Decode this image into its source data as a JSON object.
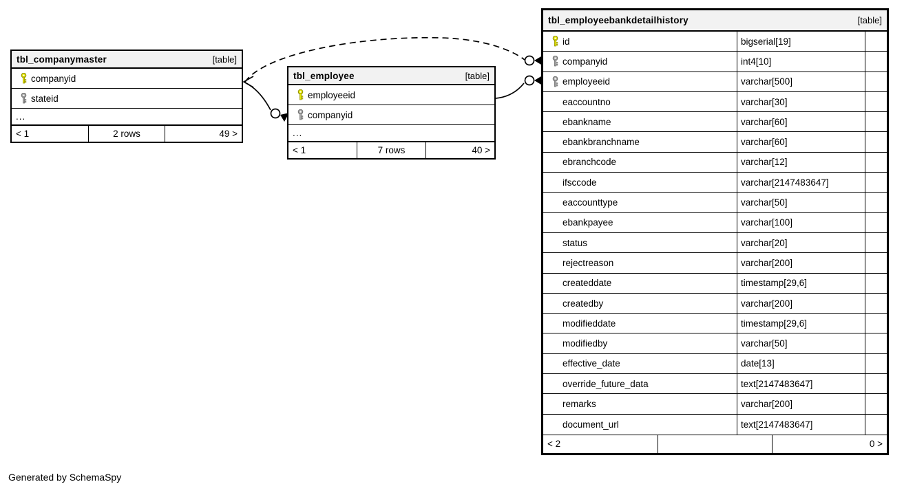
{
  "diagram": {
    "type": "entity-relationship-diagram",
    "generator_note": "Generated by SchemaSpy",
    "table_tag": "[table]",
    "ellipsis": "...",
    "key_colors": {
      "primary": "#e8e800",
      "foreign": "#a8a8a8"
    }
  },
  "tables": [
    {
      "id": "tbl_companymaster",
      "name": "tbl_companymaster",
      "tag": "[table]",
      "columns": [
        {
          "name": "companyid",
          "type": "",
          "key": "primary"
        },
        {
          "name": "stateid",
          "type": "",
          "key": "foreign"
        }
      ],
      "ellipsis": "...",
      "footer": {
        "left": "< 1",
        "middle": "2 rows",
        "right": "49 >"
      }
    },
    {
      "id": "tbl_employee",
      "name": "tbl_employee",
      "tag": "[table]",
      "columns": [
        {
          "name": "employeeid",
          "type": "",
          "key": "primary"
        },
        {
          "name": "companyid",
          "type": "",
          "key": "foreign"
        }
      ],
      "ellipsis": "...",
      "footer": {
        "left": "< 1",
        "middle": "7 rows",
        "right": "40 >"
      }
    },
    {
      "id": "tbl_employeebankdetailhistory",
      "name": "tbl_employeebankdetailhistory",
      "tag": "[table]",
      "columns": [
        {
          "name": "id",
          "type": "bigserial[19]",
          "key": "primary"
        },
        {
          "name": "companyid",
          "type": "int4[10]",
          "key": "foreign"
        },
        {
          "name": "employeeid",
          "type": "varchar[500]",
          "key": "foreign"
        },
        {
          "name": "eaccountno",
          "type": "varchar[30]",
          "key": "none"
        },
        {
          "name": "ebankname",
          "type": "varchar[60]",
          "key": "none"
        },
        {
          "name": "ebankbranchname",
          "type": "varchar[60]",
          "key": "none"
        },
        {
          "name": "ebranchcode",
          "type": "varchar[12]",
          "key": "none"
        },
        {
          "name": "ifsccode",
          "type": "varchar[2147483647]",
          "key": "none"
        },
        {
          "name": "eaccounttype",
          "type": "varchar[50]",
          "key": "none"
        },
        {
          "name": "ebankpayee",
          "type": "varchar[100]",
          "key": "none"
        },
        {
          "name": "status",
          "type": "varchar[20]",
          "key": "none"
        },
        {
          "name": "rejectreason",
          "type": "varchar[200]",
          "key": "none"
        },
        {
          "name": "createddate",
          "type": "timestamp[29,6]",
          "key": "none"
        },
        {
          "name": "createdby",
          "type": "varchar[200]",
          "key": "none"
        },
        {
          "name": "modifieddate",
          "type": "timestamp[29,6]",
          "key": "none"
        },
        {
          "name": "modifiedby",
          "type": "varchar[50]",
          "key": "none"
        },
        {
          "name": "effective_date",
          "type": "date[13]",
          "key": "none"
        },
        {
          "name": "override_future_data",
          "type": "text[2147483647]",
          "key": "none"
        },
        {
          "name": "remarks",
          "type": "varchar[200]",
          "key": "none"
        },
        {
          "name": "document_url",
          "type": "text[2147483647]",
          "key": "none"
        }
      ],
      "footer": {
        "left": "< 2",
        "middle": "",
        "right": "0 >"
      }
    }
  ],
  "relationships": [
    {
      "id": "companymaster-to-history",
      "from_table": "tbl_companymaster",
      "from_column": "companyid",
      "to_table": "tbl_employeebankdetailhistory",
      "to_column": "companyid",
      "style": "dashed"
    },
    {
      "id": "companymaster-to-employee",
      "from_table": "tbl_companymaster",
      "from_column": "companyid",
      "to_table": "tbl_employee",
      "to_column": "companyid",
      "style": "solid"
    },
    {
      "id": "employee-to-history",
      "from_table": "tbl_employee",
      "from_column": "employeeid",
      "to_table": "tbl_employeebankdetailhistory",
      "to_column": "employeeid",
      "style": "solid"
    }
  ],
  "credit": {
    "text": "Generated by SchemaSpy"
  }
}
